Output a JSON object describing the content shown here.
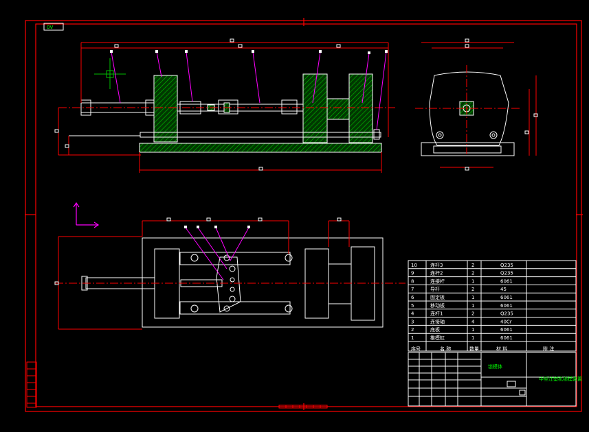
{
  "title_block": {
    "drawing_title": "中型注塑机锁模装置",
    "part_label": "锁模体",
    "header_seq": "序号",
    "header_name": "名  称",
    "header_qty": "数量",
    "header_material": "材  料",
    "header_note": "附  注"
  },
  "corner_tag": "0V",
  "bom": [
    {
      "no": "10",
      "name": "连杆3",
      "qty": "2",
      "material": "Q235"
    },
    {
      "no": "9",
      "name": "连杆2",
      "qty": "2",
      "material": "Q235"
    },
    {
      "no": "8",
      "name": "连接杆",
      "qty": "1",
      "material": "6061"
    },
    {
      "no": "7",
      "name": "导杆",
      "qty": "2",
      "material": "45"
    },
    {
      "no": "6",
      "name": "固定板",
      "qty": "1",
      "material": "6061"
    },
    {
      "no": "5",
      "name": "移动板",
      "qty": "1",
      "material": "6061"
    },
    {
      "no": "4",
      "name": "连杆1",
      "qty": "2",
      "material": "Q235"
    },
    {
      "no": "3",
      "name": "连接轴",
      "qty": "4",
      "material": "40Cr"
    },
    {
      "no": "2",
      "name": "底板",
      "qty": "1",
      "material": "6061"
    },
    {
      "no": "1",
      "name": "推模缸",
      "qty": "1",
      "material": "6061"
    }
  ],
  "colors": {
    "frame": "#ff0000",
    "outline": "#ffffff",
    "hatch": "#00c000",
    "leader": "#ff00ff",
    "dimension": "#ff0000",
    "text": "#ffffff",
    "highlight": "#ffff00"
  }
}
